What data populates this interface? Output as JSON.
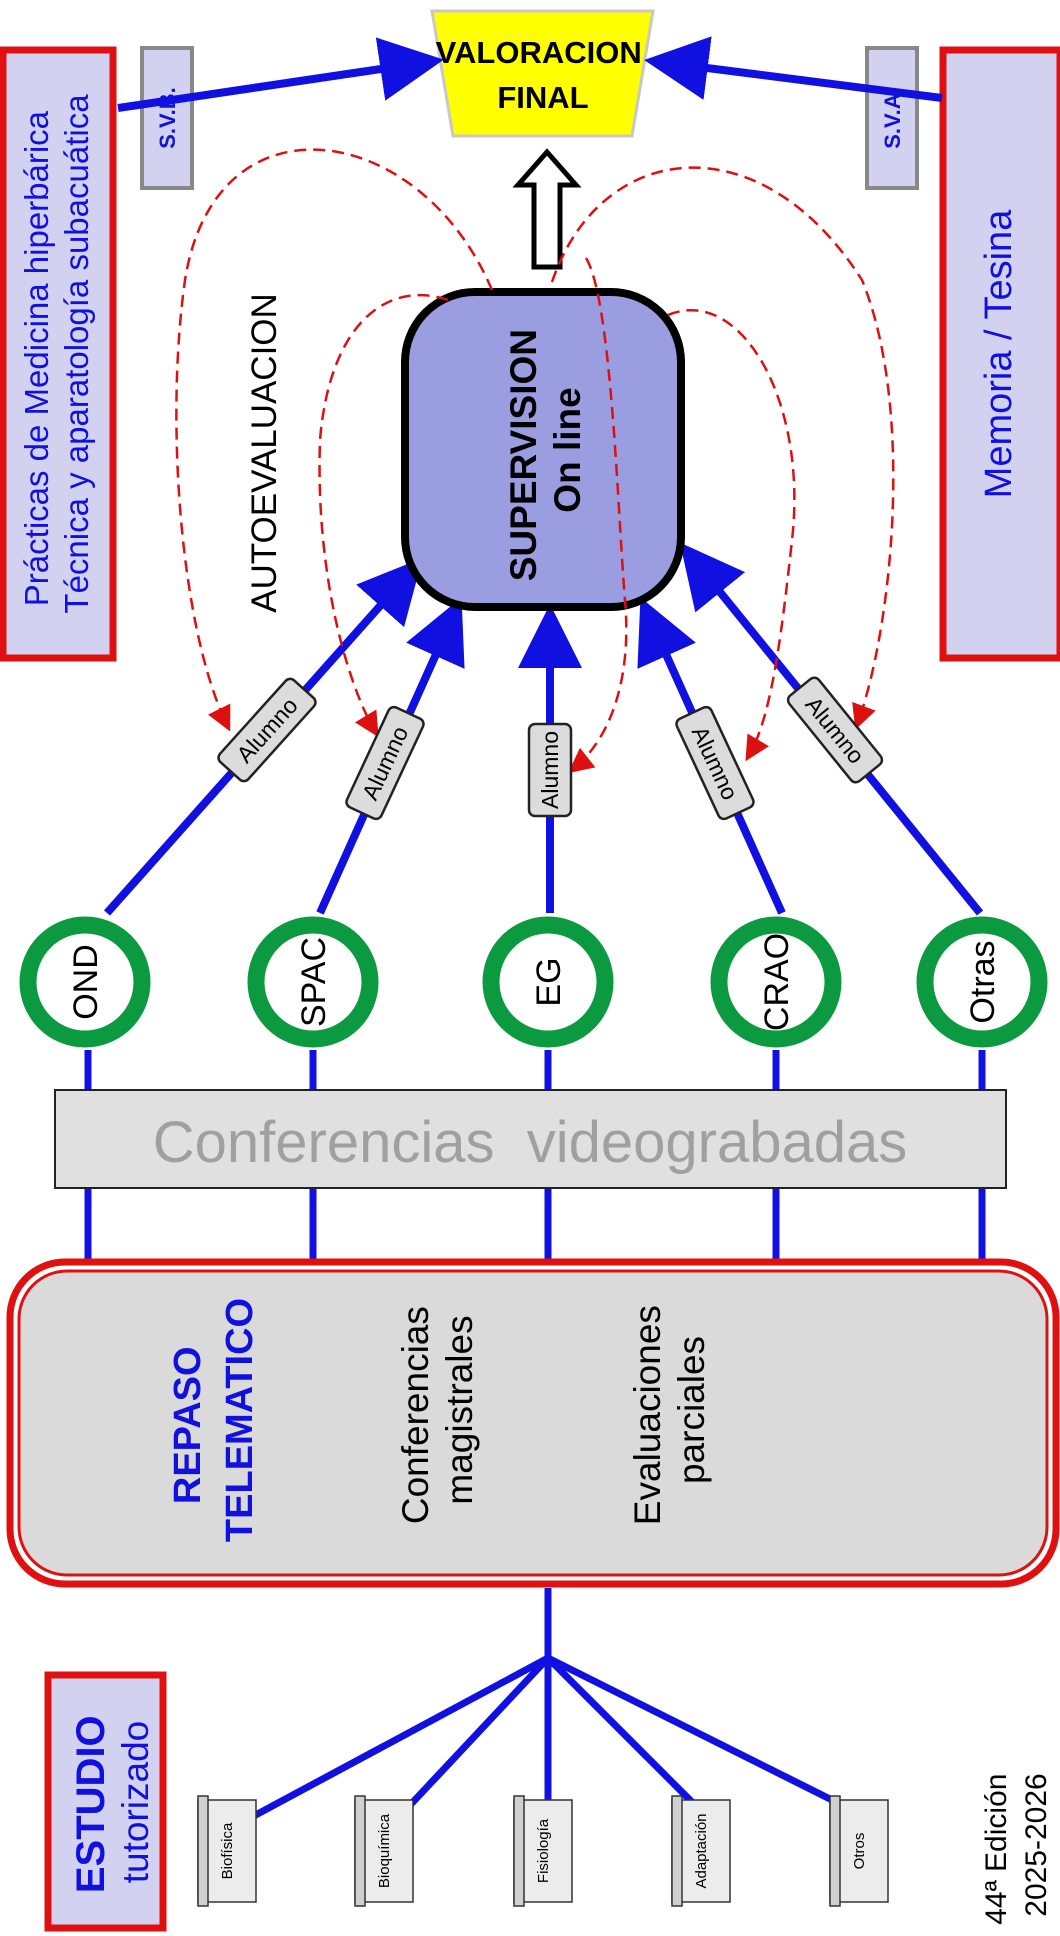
{
  "colors": {
    "flow_blue": "#1010e0",
    "box_red": "#e01010",
    "node_green": "#0c9a40",
    "box_lavender": "#d2d2f0",
    "supervision_fill": "#9a9ee0",
    "final_yellow": "#ffff00",
    "dashed_red": "#dd1010",
    "grey_box": "#d8d8d8",
    "grey_text": "#a0a0a0"
  },
  "top_left_box": {
    "line1": "Prácticas de Medicina hiperbárica",
    "line2": "Técnica y aparatología subacuática"
  },
  "svb_label": "S.V.B.",
  "sva_label": "S.V.A.",
  "final": {
    "line1": "VALORACION",
    "line2": "FINAL"
  },
  "memoria_label": "Memoria / Tesina",
  "autoevaluacion_label": "AUTOEVALUACION",
  "supervision": {
    "line1": "SUPERVISION",
    "line2": "On line"
  },
  "alumno_tags": [
    "Alumno",
    "Alumno",
    "Alumno",
    "Alumno",
    "Alumno"
  ],
  "course_nodes": [
    "OND",
    "SPAC",
    "EG",
    "CRAO",
    "Otras"
  ],
  "conferencias_label": "Conferencias  videograbadas",
  "repaso": {
    "title1": "REPASO",
    "title2": "TELEMATICO",
    "item1_line1": "Conferencias",
    "item1_line2": "magistrales",
    "item2_line1": "Evaluaciones",
    "item2_line2": "parciales"
  },
  "estudio": {
    "title": "ESTUDIO",
    "subtitle": "tutorizado"
  },
  "subjects": [
    "Biofísica",
    "Bioquímica",
    "Fisiología",
    "Adaptación",
    "Otros"
  ],
  "edition": {
    "line1": "44ª Edición",
    "line2": "2025-2026"
  }
}
